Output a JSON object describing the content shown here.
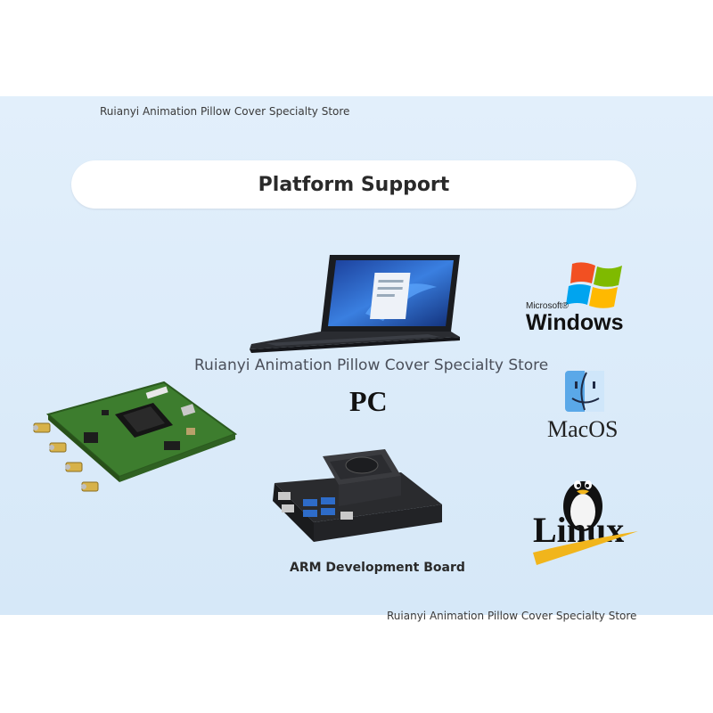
{
  "title": "Platform Support",
  "watermark": "Ruianyi Animation Pillow Cover Specialty Store",
  "labels": {
    "pc": "PC",
    "arm": "ARM Development Board"
  },
  "logos": {
    "windows": {
      "small": "Microsoft®",
      "word": "Windows"
    },
    "mac": {
      "word": "MacOS"
    },
    "linux": {
      "word": "Linux"
    }
  },
  "icons": [
    "laptop-icon",
    "sdr-board-icon",
    "arm-board-icon",
    "windows-logo-icon",
    "finder-face-icon",
    "tux-penguin-icon"
  ],
  "colors": {
    "background": "#d9eaf9",
    "pill": "#ffffff",
    "pcb": "#3d7d2e",
    "win_red": "#f25022",
    "win_green": "#7fba00",
    "win_blue": "#00a4ef",
    "win_yellow": "#ffb900"
  }
}
